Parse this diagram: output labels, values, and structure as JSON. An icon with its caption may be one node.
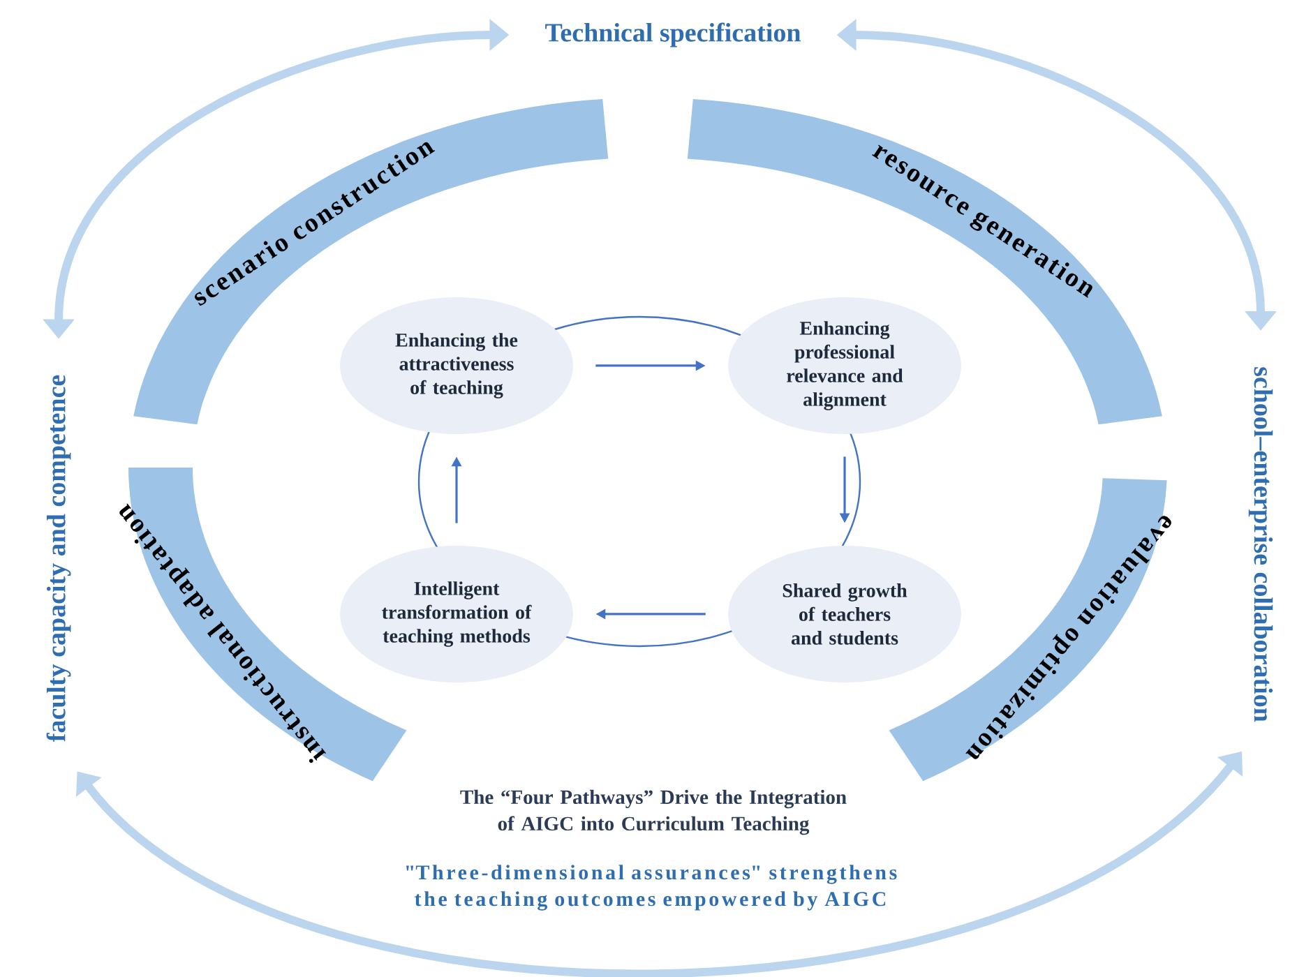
{
  "diagram": {
    "caption": "The “Four Pathways” Drive the Integration of AIGC into Curriculum Teaching",
    "nodes": [
      {
        "text": [
          "Technical specification"
        ]
      },
      {
        "text": [
          "scenario construction"
        ]
      },
      {
        "text": [
          "resource generation"
        ]
      },
      {
        "text": [
          "instructional adaptation"
        ]
      },
      {
        "text": [
          "evaluation optimization"
        ]
      },
      {
        "text": [
          "faculty capacity and competence"
        ]
      },
      {
        "text": [
          "school–enterprise collaboration"
        ]
      },
      {
        "text": [
          "Enhancing the attractiveness of teaching"
        ]
      },
      {
        "text": [
          "Enhancing professional relevance and alignment"
        ]
      },
      {
        "text": [
          "Intelligent transformation of teaching methods"
        ]
      },
      {
        "text": [
          "Shared growth of teachers and students"
        ]
      }
    ],
    "edges": [
      {
        "from": 7,
        "to": 8,
        "arrow": "to"
      },
      {
        "from": 8,
        "to": 10,
        "arrow": "to"
      },
      {
        "from": 10,
        "to": 9,
        "arrow": "to"
      },
      {
        "from": 9,
        "to": 7,
        "arrow": "to"
      },
      {
        "from": 0,
        "to": 5,
        "arrow": "both",
        "style": "thick",
        "color": "#bcd5ee"
      },
      {
        "from": 0,
        "to": 6,
        "arrow": "both",
        "style": "thick",
        "color": "#bcd5ee"
      },
      {
        "from": 5,
        "to": 6,
        "arrow": "both",
        "style": "thick",
        "color": "#bcd5ee",
        "label": "\"Three-dimensional assurances\" strengthens the teaching outcomes empowered by AIGC"
      }
    ]
  }
}
